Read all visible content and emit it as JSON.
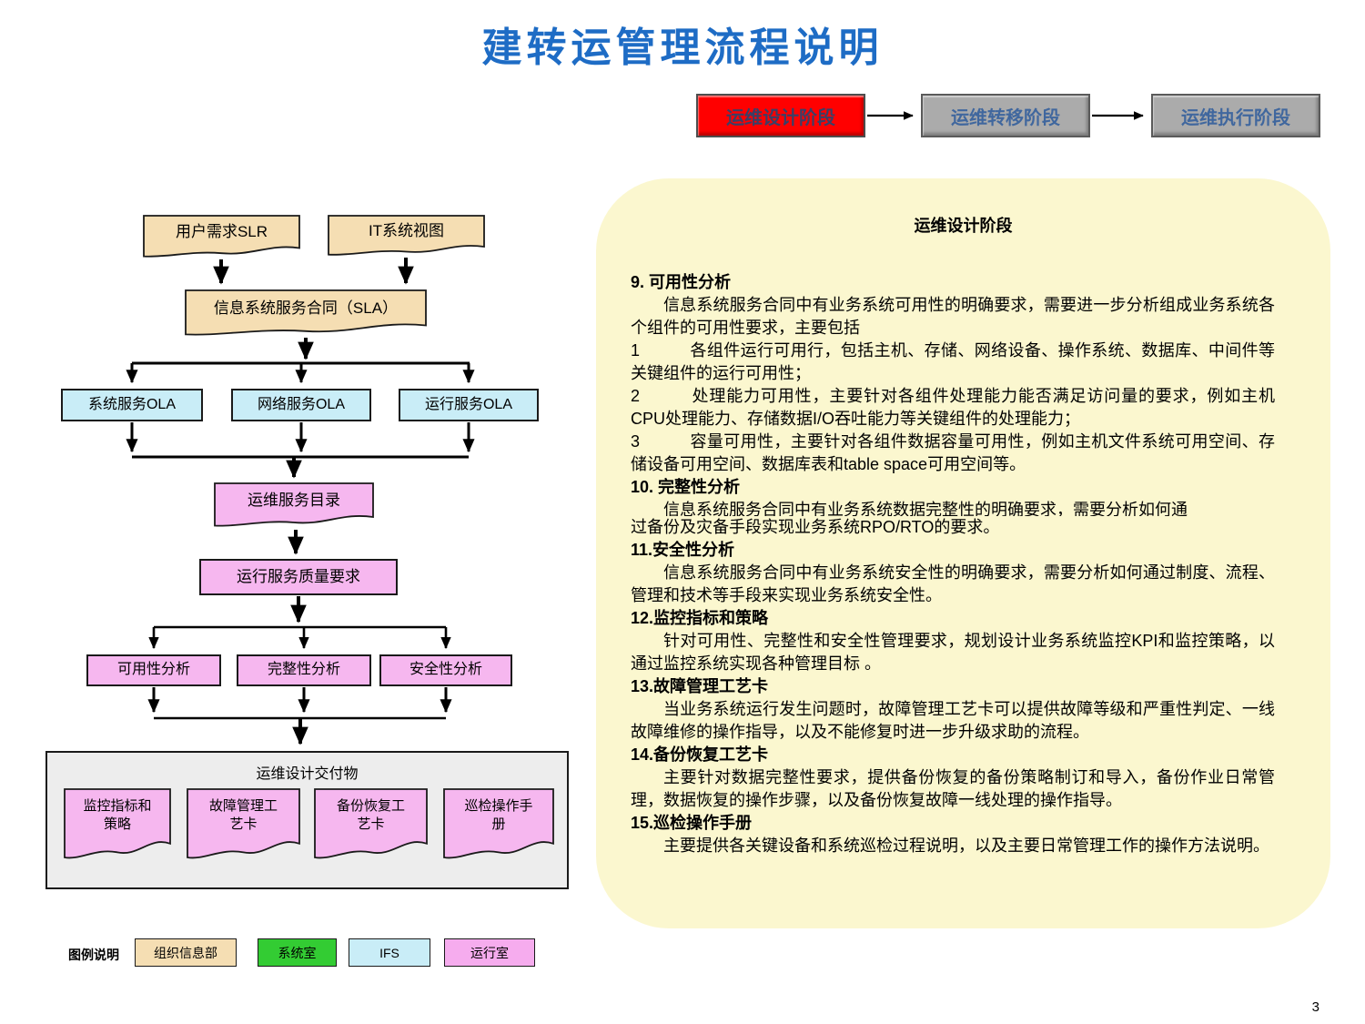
{
  "title": "建转运管理流程说明",
  "page_number": "3",
  "stages": {
    "items": [
      {
        "label": "运维设计阶段",
        "state": "active",
        "bg": "#FF0000"
      },
      {
        "label": "运维转移阶段",
        "state": "inactive",
        "bg": "#ABABAB"
      },
      {
        "label": "运维执行阶段",
        "state": "inactive",
        "bg": "#ABABAB"
      }
    ]
  },
  "flowchart": {
    "slr": "用户需求SLR",
    "itview": "IT系统视图",
    "sla": "信息系统服务合同（SLA）",
    "ola_system": "系统服务OLA",
    "ola_network": "网络服务OLA",
    "ola_operation": "运行服务OLA",
    "catalog": "运维服务目录",
    "quality": "运行服务质量要求",
    "availability": "可用性分析",
    "integrity": "完整性分析",
    "security": "安全性分析",
    "deliverables_title": "运维设计交付物",
    "deliverable_monitoring": "监控指标和策略",
    "deliverable_fault": "故障管理工艺卡",
    "deliverable_backup": "备份恢复工艺卡",
    "deliverable_inspection": "巡检操作手册"
  },
  "legend": {
    "label": "图例说明",
    "items": [
      {
        "label": "组织信息部",
        "color": "#F5DEB3"
      },
      {
        "label": "系统室",
        "color": "#33CC33"
      },
      {
        "label": "IFS",
        "color": "#C9EDF7"
      },
      {
        "label": "运行室",
        "color": "#F6ACEE"
      }
    ]
  },
  "panel": {
    "title": "运维设计阶段",
    "sections": [
      {
        "heading": "9. 可用性分析",
        "paras": [
          "信息系统服务合同中有业务系统可用性的明确要求，需要进一步分析组成业务系统各个组件的可用性要求，主要包括",
          "1　　　各组件运行可用行，包括主机、存储、网络设备、操作系统、数据库、中间件等关键组件的运行可用性；",
          "2　　　处理能力可用性，主要针对各组件处理能力能否满足访问量的要求，例如主机CPU处理能力、存储数据I/O吞吐能力等关键组件的处理能力；",
          "3　　　容量可用性，主要针对各组件数据容量可用性，例如主机文件系统可用空间、存储设备可用空间、数据库表和table space可用空间等。"
        ]
      },
      {
        "heading": "10. 完整性分析",
        "clipped_line": "信息系统服务合同中有业务系统数据完整性的明确要求，需要分析如何通",
        "continuation": "过备份及灾备手段实现业务系统RPO/RTO的要求。"
      },
      {
        "heading": "11.安全性分析",
        "body": "信息系统服务合同中有业务系统安全性的明确要求，需要分析如何通过制度、流程、管理和技术等手段来实现业务系统安全性。"
      },
      {
        "heading": "12.监控指标和策略",
        "body": "针对可用性、完整性和安全性管理要求，规划设计业务系统监控KPI和监控策略，以通过监控系统实现各种管理目标 。"
      },
      {
        "heading": "13.故障管理工艺卡",
        "body": "当业务系统运行发生问题时，故障管理工艺卡可以提供故障等级和严重性判定、一线故障维修的操作指导，以及不能修复时进一步升级求助的流程。"
      },
      {
        "heading": "14.备份恢复工艺卡",
        "body": "主要针对数据完整性要求，提供备份恢复的备份策略制订和导入，备份作业日常管理，数据恢复的操作步骤，以及备份恢复故障一线处理的操作指导。"
      },
      {
        "heading": "15.巡检操作手册",
        "body": "主要提供各关键设备和系统巡检过程说明，以及主要日常管理工作的操作方法说明。"
      }
    ]
  },
  "colors": {
    "title_blue": "#1E6CC5",
    "stage_active_bg": "#FF0000",
    "stage_inactive_bg": "#ABABAB",
    "panel_bg": "#FBF7CF",
    "doc_tan": "#F5DEB3",
    "box_blue": "#C9EDF7",
    "box_pink": "#F6B7EF",
    "legend_green": "#33CC33",
    "container_gray": "#EDEDED",
    "arrow_black": "#000000"
  }
}
